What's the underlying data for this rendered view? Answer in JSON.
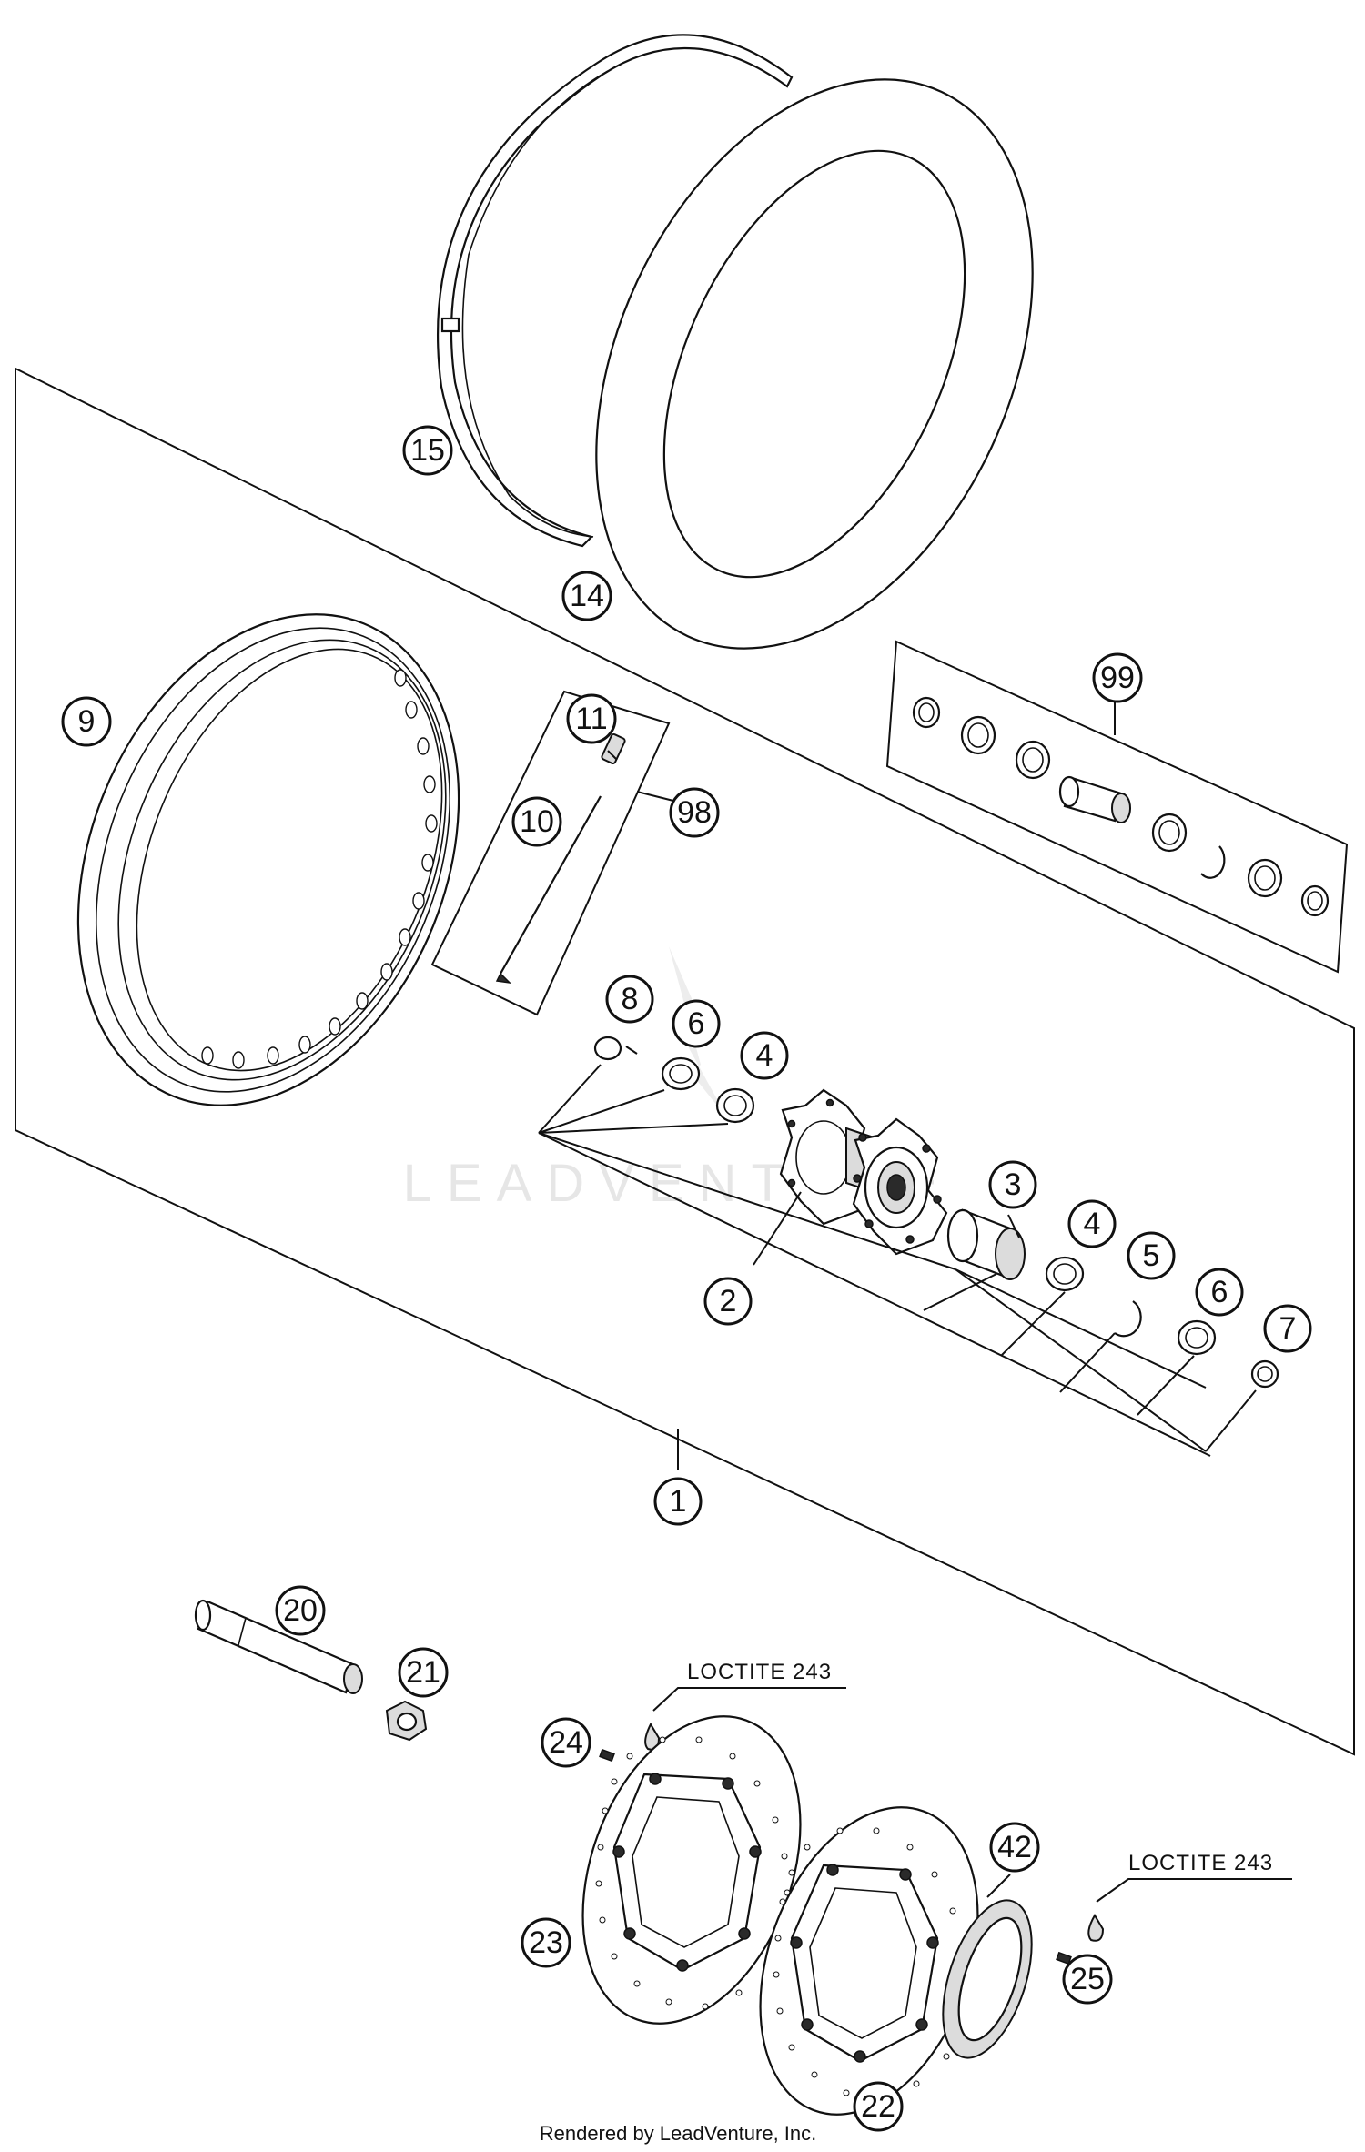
{
  "diagram": {
    "callouts": [
      {
        "id": "1",
        "label": "1"
      },
      {
        "id": "2",
        "label": "2"
      },
      {
        "id": "3",
        "label": "3"
      },
      {
        "id": "4a",
        "label": "4"
      },
      {
        "id": "4b",
        "label": "4"
      },
      {
        "id": "5",
        "label": "5"
      },
      {
        "id": "6a",
        "label": "6"
      },
      {
        "id": "6b",
        "label": "6"
      },
      {
        "id": "7",
        "label": "7"
      },
      {
        "id": "8",
        "label": "8"
      },
      {
        "id": "9",
        "label": "9"
      },
      {
        "id": "10",
        "label": "10"
      },
      {
        "id": "11",
        "label": "11"
      },
      {
        "id": "14",
        "label": "14"
      },
      {
        "id": "15",
        "label": "15"
      },
      {
        "id": "20",
        "label": "20"
      },
      {
        "id": "21",
        "label": "21"
      },
      {
        "id": "22",
        "label": "22"
      },
      {
        "id": "23",
        "label": "23"
      },
      {
        "id": "24",
        "label": "24"
      },
      {
        "id": "25",
        "label": "25"
      },
      {
        "id": "42",
        "label": "42"
      },
      {
        "id": "98",
        "label": "98"
      },
      {
        "id": "99",
        "label": "99"
      }
    ],
    "notes": {
      "loctite_1": "LOCTITE 243",
      "loctite_2": "LOCTITE 243"
    },
    "watermark": "LEADVENTURE",
    "footer": "Rendered by LeadVenture, Inc."
  }
}
